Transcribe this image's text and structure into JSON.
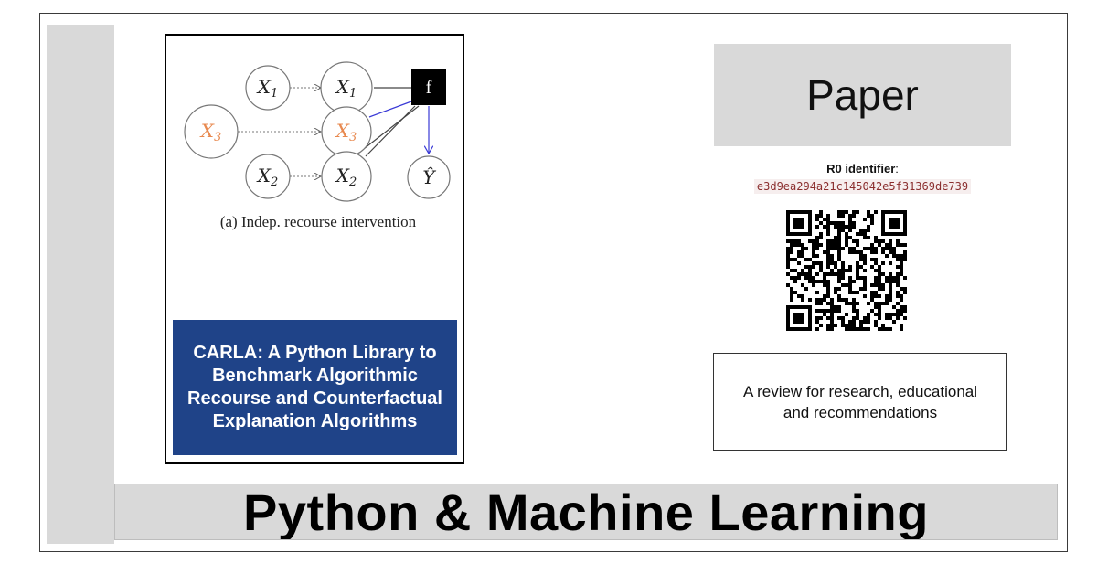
{
  "figure": {
    "nodes": {
      "x1_left": "X",
      "x1_left_sub": "1",
      "x1_right": "X",
      "x1_right_sub": "1",
      "x3_left": "X",
      "x3_left_sub": "3",
      "x3_right": "X",
      "x3_right_sub": "3",
      "x2_left": "X",
      "x2_left_sub": "2",
      "x2_right": "X",
      "x2_right_sub": "2",
      "f": "f",
      "y_hat": "Ŷ"
    },
    "caption": "(a) Indep. recourse intervention",
    "colors": {
      "highlight": "#e8894f",
      "arrow_blue": "#3a3ad6",
      "f_box": "#000000"
    }
  },
  "paper": {
    "title": "CARLA: A Python Library to Benchmark Algorithmic Recourse and Counterfactual Explanation Algorithms",
    "title_bg": "#1f4388"
  },
  "header": {
    "type_label": "Paper"
  },
  "identifier": {
    "label": "R0 identifier",
    "value": "e3d9ea294a21c145042e5f31369de739"
  },
  "description": "A review for research, educational and recommendations",
  "footer": {
    "topic": "Python & Machine Learning"
  }
}
